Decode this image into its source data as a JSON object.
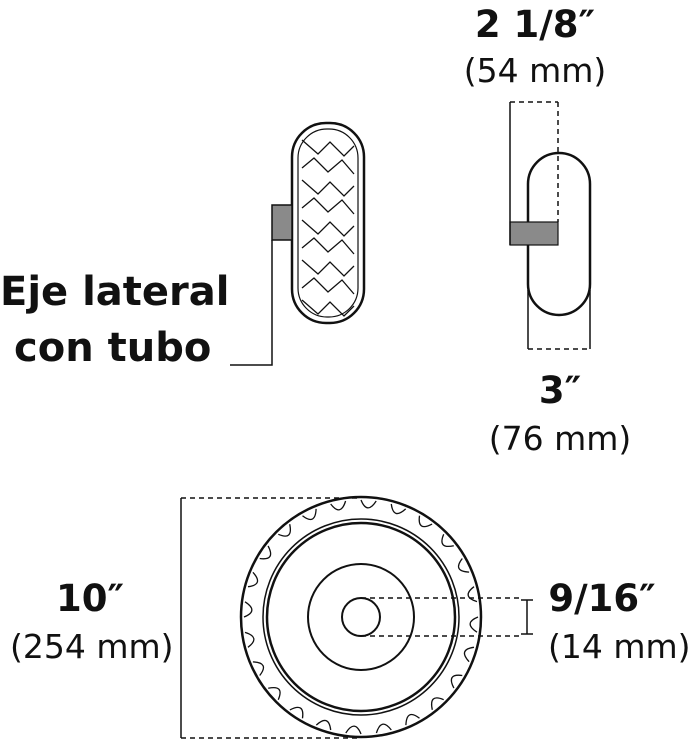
{
  "axle_label": {
    "line1": "Eje lateral",
    "line2": "con tubo"
  },
  "width_dim": {
    "imperial": "2 1/8″",
    "metric": "(54 mm)"
  },
  "height_dim": {
    "imperial": "3″",
    "metric": "(76 mm)"
  },
  "diameter_dim": {
    "imperial": "10″",
    "metric": "(254 mm)"
  },
  "bore_dim": {
    "imperial": "9/16″",
    "metric": "(14 mm)"
  },
  "colors": {
    "line": "#111111",
    "axle_tube": "#8a8a8a"
  }
}
